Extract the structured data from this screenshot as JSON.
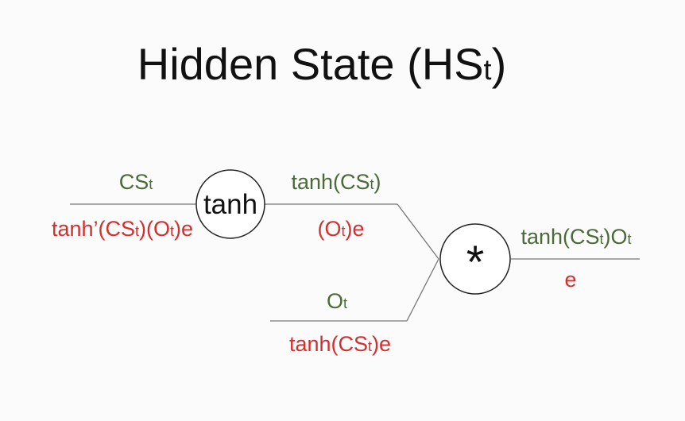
{
  "title": {
    "main": "Hidden State (HS",
    "sub": "t",
    "close": ")"
  },
  "nodes": {
    "tanh": "tanh",
    "multiply": "*"
  },
  "labels": {
    "cs_forward": {
      "a": "CS",
      "a_sub": "t"
    },
    "cs_backward": {
      "a": "tanh’(CS",
      "a_sub": "t",
      "b": ")(O",
      "b_sub": "t",
      "c": ")e"
    },
    "tanh_out_forward": {
      "a": "tanh(CS",
      "a_sub": "t",
      "b": ")"
    },
    "tanh_out_backward": {
      "a": "(O",
      "a_sub": "t",
      "b": ")e"
    },
    "o_forward": {
      "a": "O",
      "a_sub": "t"
    },
    "o_backward": {
      "a": "tanh(CS",
      "a_sub": "t",
      "b": ")e"
    },
    "out_forward": {
      "a": "tanh(CS",
      "a_sub": "t",
      "b": ")O",
      "b_sub": "t"
    },
    "out_backward": {
      "a": "e"
    }
  },
  "colors": {
    "forward": "#4a6b38",
    "backward": "#d32f2f",
    "line": "#777777",
    "node_stroke": "#222222"
  }
}
